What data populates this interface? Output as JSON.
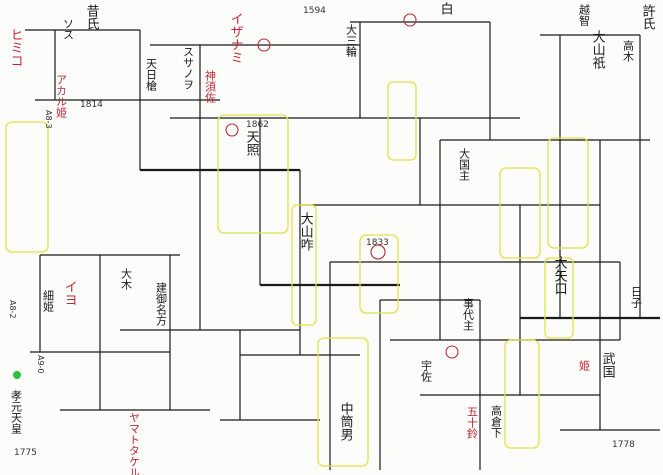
{
  "document": {
    "labels": [
      {
        "id": "l1",
        "text": "ヒミコ",
        "color": "red"
      },
      {
        "id": "l2",
        "text": "ソス",
        "color": "black"
      },
      {
        "id": "l3",
        "text": "昔氏",
        "color": "black"
      },
      {
        "id": "l4",
        "text": "アカル姫",
        "color": "red"
      },
      {
        "id": "l5",
        "text": "天日槍",
        "color": "black"
      },
      {
        "id": "l6",
        "text": "スサノヲ",
        "color": "black"
      },
      {
        "id": "l7",
        "text": "イザナミ",
        "color": "red"
      },
      {
        "id": "l8",
        "text": "神須佐",
        "color": "red"
      },
      {
        "id": "l9",
        "text": "大山祇",
        "color": "black"
      },
      {
        "id": "l10",
        "text": "白",
        "color": "black"
      },
      {
        "id": "l11",
        "text": "越智",
        "color": "black"
      },
      {
        "id": "l12",
        "text": "許氏",
        "color": "black"
      },
      {
        "id": "l13",
        "text": "高木",
        "color": "black"
      },
      {
        "id": "l14",
        "text": "大三輪",
        "color": "black"
      },
      {
        "id": "l15",
        "text": "天照",
        "color": "black"
      },
      {
        "id": "l16",
        "text": "大山咋",
        "color": "black"
      },
      {
        "id": "l17",
        "text": "大国主",
        "color": "black"
      },
      {
        "id": "l18",
        "text": "大矢口",
        "color": "black"
      },
      {
        "id": "l19",
        "text": "事代主",
        "color": "black"
      },
      {
        "id": "l20",
        "text": "細姫",
        "color": "black"
      },
      {
        "id": "l21",
        "text": "孝元天皇",
        "color": "black"
      },
      {
        "id": "l22",
        "text": "大木",
        "color": "black"
      },
      {
        "id": "l23",
        "text": "イヨ",
        "color": "red"
      },
      {
        "id": "l24",
        "text": "建御名方",
        "color": "black"
      },
      {
        "id": "l25",
        "text": "日子",
        "color": "black"
      },
      {
        "id": "l26",
        "text": "宇佐",
        "color": "black"
      },
      {
        "id": "l27",
        "text": "高倉下",
        "color": "black"
      },
      {
        "id": "l28",
        "text": "五十鈴",
        "color": "red"
      },
      {
        "id": "l29",
        "text": "姫",
        "color": "red"
      },
      {
        "id": "l30",
        "text": "中筒男",
        "color": "black"
      },
      {
        "id": "l31",
        "text": "ヤマトタケル",
        "color": "red"
      },
      {
        "id": "l32",
        "text": "武国",
        "color": "black"
      }
    ],
    "numbers": [
      {
        "id": "n1",
        "text": "1594"
      },
      {
        "id": "n2",
        "text": "1862"
      },
      {
        "id": "n3",
        "text": "1833"
      },
      {
        "id": "n4",
        "text": "1814"
      },
      {
        "id": "n5",
        "text": "1775"
      },
      {
        "id": "n6",
        "text": "1778"
      },
      {
        "id": "n7",
        "text": "A8-3"
      },
      {
        "id": "n8",
        "text": "A8-2"
      },
      {
        "id": "n9",
        "text": "A9-0"
      }
    ],
    "notes": []
  },
  "colors": {
    "ink": "#1b1b1b",
    "red": "#c0283a",
    "blue": "#2a3fc0",
    "highlight": "#e6e04a",
    "green_dot": "#2fbf3f"
  }
}
